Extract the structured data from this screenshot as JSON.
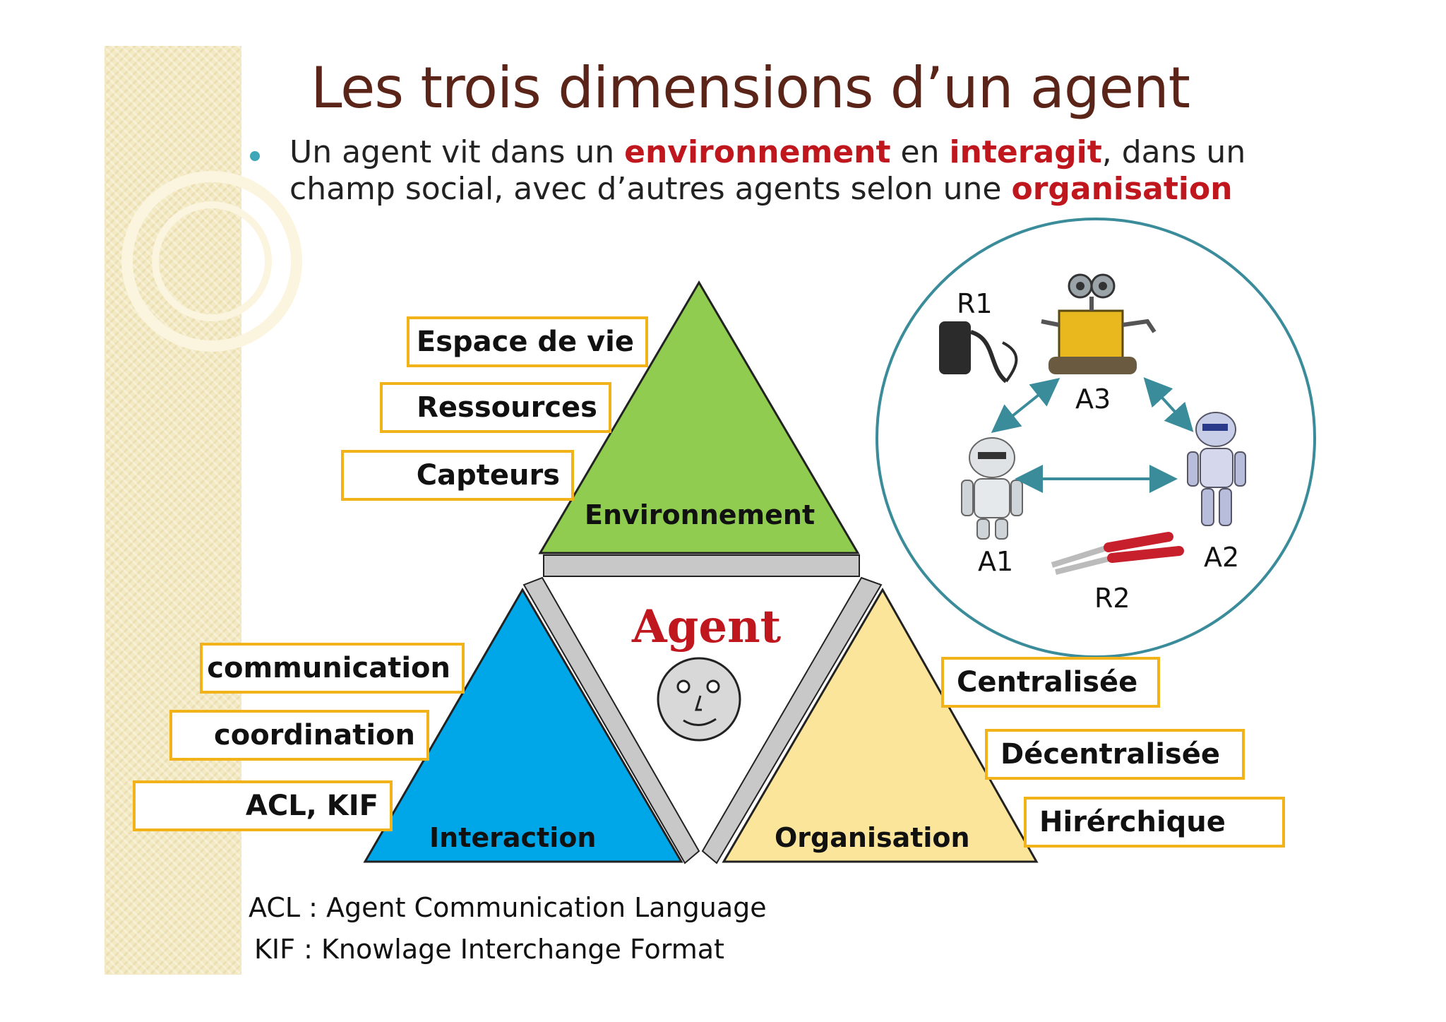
{
  "title": "Les trois dimensions d’un agent",
  "bullet": {
    "part1": "Un agent vit dans un ",
    "environnement": "environnement",
    "part2": " en ",
    "interagit": "interagit",
    "part3": ", dans un champ social,  avec  d’autres agents selon une ",
    "organisation": "organisation"
  },
  "triangles": {
    "top": "Environnement",
    "left": "Interaction",
    "right": "Organisation",
    "center": "Agent"
  },
  "environment_boxes": [
    "Espace de vie",
    "Ressources",
    "Capteurs"
  ],
  "interaction_boxes": [
    "communication",
    "coordination",
    "ACL, KIF"
  ],
  "organisation_boxes": [
    "Centralisée",
    "Décentralisée",
    "Hirérchique"
  ],
  "robots": {
    "r1": "R1",
    "a3": "A3",
    "a1": "A1",
    "a2": "A2",
    "r2": "R2"
  },
  "footnotes": [
    "ACL : Agent Communication Language",
    "KIF  :  Knowlage Interchange Format"
  ],
  "colors": {
    "green": "#8fcc4f",
    "blue": "#00a7e8",
    "yellow": "#fbe59a",
    "accent_red": "#c0171f",
    "box_border": "#f2b21a",
    "circle": "#3a8c9a"
  },
  "icons": [
    "face-icon",
    "charger-icon",
    "wall-e-robot-icon",
    "humanoid-robot-icon",
    "pliers-icon"
  ]
}
